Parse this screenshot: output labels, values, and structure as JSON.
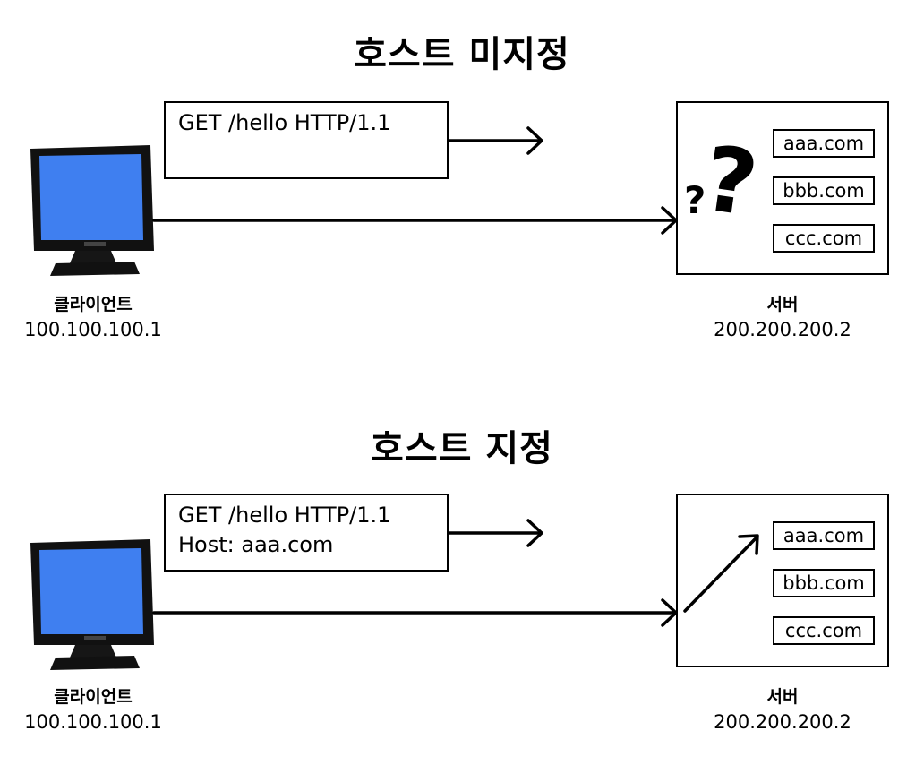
{
  "sections": [
    {
      "title": "호스트 미지정",
      "request_lines": [
        "GET /hello HTTP/1.1"
      ],
      "client": {
        "name": "클라이언트",
        "ip": "100.100.100.1"
      },
      "server": {
        "name": "서버",
        "ip": "200.200.200.2",
        "domains": [
          "aaa.com",
          "bbb.com",
          "ccc.com"
        ],
        "unknown_marks": [
          "?",
          "?"
        ]
      }
    },
    {
      "title": "호스트 지정",
      "request_lines": [
        "GET /hello HTTP/1.1",
        "Host: aaa.com"
      ],
      "client": {
        "name": "클라이언트",
        "ip": "100.100.100.1"
      },
      "server": {
        "name": "서버",
        "ip": "200.200.200.2",
        "domains": [
          "aaa.com",
          "bbb.com",
          "ccc.com"
        ],
        "selected_domain": "aaa.com"
      }
    }
  ],
  "colors": {
    "screen": "#3f7ff0",
    "monitor_body": "#111111",
    "line": "#000000"
  }
}
